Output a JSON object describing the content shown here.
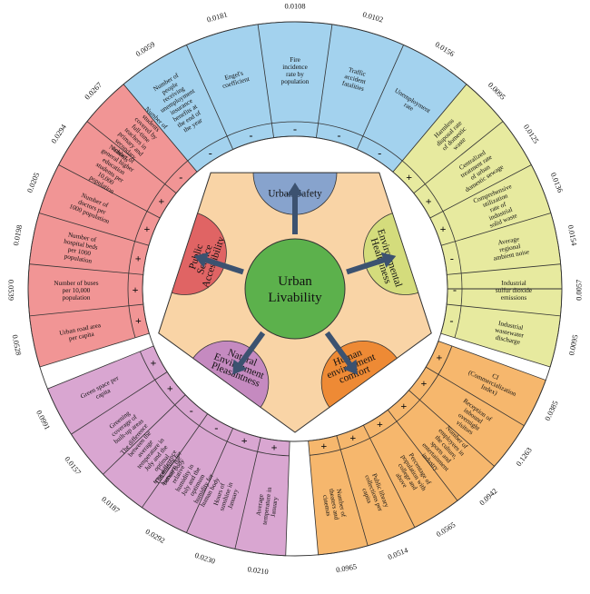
{
  "center": {
    "label": "Urban\nLivability",
    "fill": "#5cb14c"
  },
  "pentagon_fill": "#f9d4a6",
  "dims": [
    {
      "name": "Urban Safety",
      "ang": -90,
      "sectorFill": "#87a3cd",
      "bandFill": "#a3d2ee",
      "arc": [
        -130,
        -50
      ],
      "indicators": [
        {
          "label": "Number of people receiving unemployment insurance benefits at the end of the year",
          "weight": "0.0059",
          "sign": "-"
        },
        {
          "label": "Engel's coefficient",
          "weight": "0.0181",
          "sign": "-"
        },
        {
          "label": "Fire incidence rate by population",
          "weight": "0.0108",
          "sign": "-"
        },
        {
          "label": "Traffic accident fatalities",
          "weight": "0.0102",
          "sign": "-"
        },
        {
          "label": "Unemployment rate",
          "weight": "0.0156",
          "sign": "-"
        }
      ]
    },
    {
      "name": "Environmental Healthiness",
      "ang": -18,
      "sectorFill": "#d4dc7c",
      "bandFill": "#e7ea9f",
      "arc": [
        -50,
        17
      ],
      "indicators": [
        {
          "label": "Harmless disposal rate of domestic waste",
          "weight": "0.0095",
          "sign": "+"
        },
        {
          "label": "Centralized treatment rate of urban domestic sewage",
          "weight": "0.0125",
          "sign": "+"
        },
        {
          "label": "Comprehensive utilization rate of industrial solid waste",
          "weight": "0.0136",
          "sign": "+"
        },
        {
          "label": "Average regional ambient noise",
          "weight": "0.0154",
          "sign": "-"
        },
        {
          "label": "Industrial sulfur dioxide emissions",
          "weight": "0.0057",
          "sign": "-"
        },
        {
          "label": "Industrial wastewater discharge",
          "weight": "0.0095",
          "sign": "-"
        }
      ]
    },
    {
      "name": "Human environment comfort",
      "ang": 54,
      "sectorFill": "#ee8a35",
      "bandFill": "#f6b76d",
      "arc": [
        20,
        85
      ],
      "indicators": [
        {
          "label": "CI (Commercialization Index)",
          "weight": "0.0385",
          "sign": "+"
        },
        {
          "label": "Reception of inbound overnight visitors",
          "weight": "0.1263",
          "sign": "+"
        },
        {
          "label": "Number of employees in the culture, sports and entertainment industry",
          "weight": "0.0942",
          "sign": "+"
        },
        {
          "label": "Percentage of population with college and above",
          "weight": "0.0565",
          "sign": "+"
        },
        {
          "label": "Public library collections per capita",
          "weight": "0.0514",
          "sign": "+"
        },
        {
          "label": "Number of theaters and cinemas",
          "weight": "0.0965",
          "sign": "+"
        }
      ]
    },
    {
      "name": "Natural Environment Pleasantness",
      "ang": 126,
      "sectorFill": "#c58ac0",
      "bandFill": "#d9a6d1",
      "arc": [
        92,
        158
      ],
      "indicators": [
        {
          "label": "Average temperature in January",
          "weight": "0.0210",
          "sign": "+"
        },
        {
          "label": "Hours of sunshine in January",
          "weight": "0.0230",
          "sign": "+"
        },
        {
          "label": "The difference between the relative humidity in July and the optimum humidity for human body",
          "weight": "0.0292",
          "sign": "-"
        },
        {
          "label": "The difference between the average temperature in July and the optimal temperature for human body",
          "weight": "0.0187",
          "sign": "-"
        },
        {
          "label": "Greening coverage of built-up areas",
          "weight": "0.0157",
          "sign": "+"
        },
        {
          "label": "Green space per capita",
          "weight": "0.0991",
          "sign": "+"
        }
      ]
    },
    {
      "name": "Public Service Accessibility",
      "ang": 198,
      "sectorFill": "#e06464",
      "bandFill": "#f19595",
      "arc": [
        163,
        230
      ],
      "indicators": [
        {
          "label": "Urban road area per capita",
          "weight": "0.0528",
          "sign": "+"
        },
        {
          "label": "Number of buses per 10,000 population",
          "weight": "0.0539",
          "sign": "+"
        },
        {
          "label": "Number of hospital beds per 1000 population",
          "weight": "0.0198",
          "sign": "+"
        },
        {
          "label": "Number of doctors per 1000 population",
          "weight": "0.0205",
          "sign": "+"
        },
        {
          "label": "Number of general higher education students per 10,000 population",
          "weight": "0.0294",
          "sign": "+"
        },
        {
          "label": "Number of students covered by full-time teachers in primary and secondary schools",
          "weight": "0.0267",
          "sign": "-"
        }
      ]
    }
  ]
}
